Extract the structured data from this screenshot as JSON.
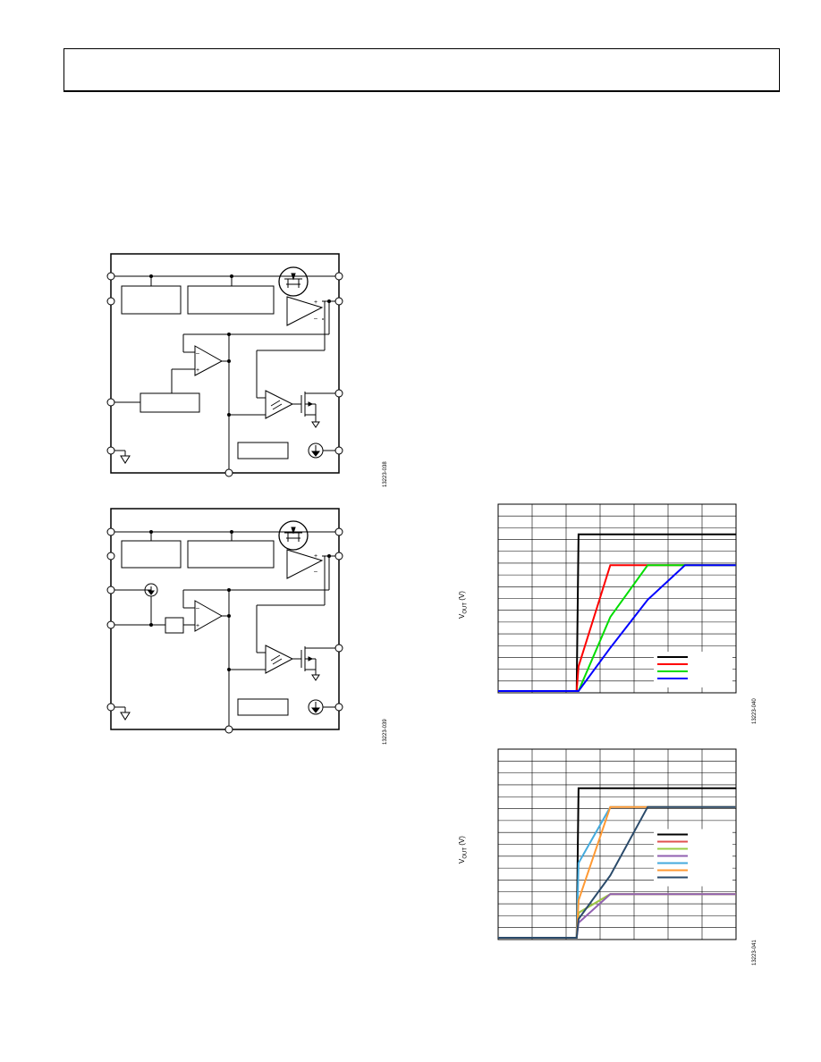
{
  "header": {
    "text": ""
  },
  "figures": {
    "block_diagram_1": {
      "id": "13223-038"
    },
    "block_diagram_2": {
      "id": "13223-039"
    }
  },
  "chart_data": [
    {
      "type": "line",
      "id": "13223-040",
      "ylabel_main": "V",
      "ylabel_sub": "OUT",
      "ylabel_unit": " (V)",
      "grid": true,
      "legend_placement": "bottom-right",
      "x": [
        0,
        1,
        2,
        3,
        4,
        5,
        6
      ],
      "series": [
        {
          "color": "#000000",
          "values": [
            0,
            0,
            12.7,
            12.7,
            12.7,
            12.7,
            12.7
          ]
        },
        {
          "color": "#ff0000",
          "values": [
            0,
            0,
            2.0,
            10.2,
            10.2,
            10.2,
            10.2
          ]
        },
        {
          "color": "#00dd00",
          "values": [
            0,
            0,
            0.0,
            6.0,
            10.2,
            10.2,
            10.2
          ]
        },
        {
          "color": "#0000ff",
          "values": [
            0,
            0,
            0.0,
            3.5,
            7.4,
            10.2,
            10.2
          ]
        }
      ]
    },
    {
      "type": "line",
      "id": "13223-041",
      "ylabel_main": "V",
      "ylabel_sub": "OUT",
      "ylabel_unit": " (V)",
      "grid": true,
      "legend_placement": "middle-right",
      "x": [
        0,
        1,
        2,
        3,
        4,
        5,
        6
      ],
      "series": [
        {
          "color": "#000000",
          "values": [
            0,
            0,
            12.0,
            12.0,
            12.0,
            12.0,
            12.0
          ]
        },
        {
          "color": "#e05050",
          "values": [
            0,
            0,
            2.0,
            3.5,
            3.5,
            3.5,
            3.5
          ]
        },
        {
          "color": "#99cc44",
          "values": [
            0,
            0,
            2.0,
            3.5,
            3.5,
            3.5,
            3.5
          ]
        },
        {
          "color": "#9060b0",
          "values": [
            0,
            0,
            1.2,
            3.5,
            3.5,
            3.5,
            3.5
          ]
        },
        {
          "color": "#44aadd",
          "values": [
            0,
            0,
            6.0,
            10.5,
            10.5,
            10.5,
            10.5
          ]
        },
        {
          "color": "#ff9933",
          "values": [
            0,
            0,
            3.0,
            10.5,
            10.5,
            10.5,
            10.5
          ]
        },
        {
          "color": "#2a4a6a",
          "values": [
            0,
            0,
            1.5,
            5.0,
            10.5,
            10.5,
            10.5
          ]
        }
      ]
    }
  ]
}
